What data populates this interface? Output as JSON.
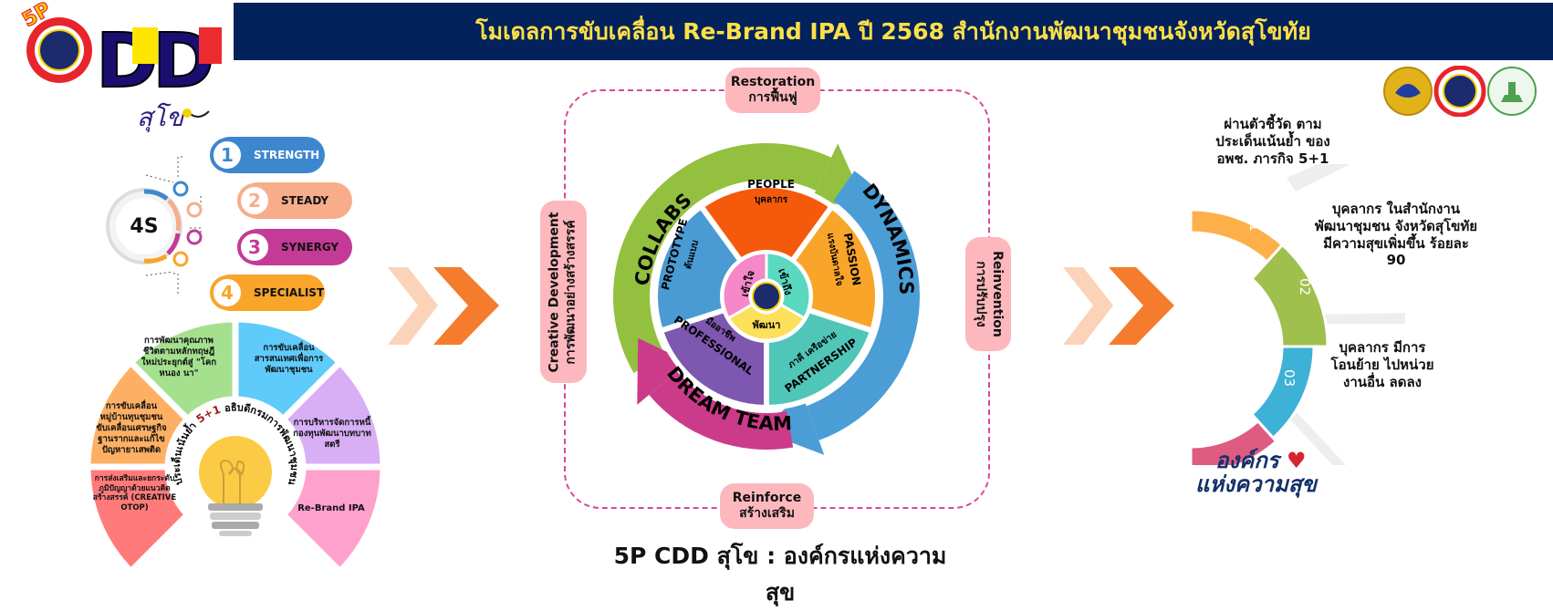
{
  "header": {
    "title": "โมเดลการขับเคลื่อน Re-Brand IPA ปี 2568 สำนักงานพัฒนาชุมชนจังหวัดสุโขทัย"
  },
  "logo": {
    "badge": "5P",
    "letters": "DD",
    "script": "สุโข"
  },
  "four_s": {
    "center": "4S",
    "items": [
      {
        "num": "1",
        "label": "STRENGTH",
        "color": "#3d87cf"
      },
      {
        "num": "2",
        "label": "STEADY",
        "color": "#f7ad8a"
      },
      {
        "num": "3",
        "label": "SYNERGY",
        "color": "#c43a97"
      },
      {
        "num": "4",
        "label": "SPECIALIST",
        "color": "#f8a52a"
      }
    ]
  },
  "fan": {
    "ring_left": "ประเด็นเน้นย้ำ",
    "ring_mid": "5+1",
    "ring_right": "อธิบดีกรมการพัฒนาชุมชน",
    "wedges": [
      {
        "label": "การส่งเสริมและยกระดับภูมิปัญญาด้วยแนวคิดสร้างสรรค์ (CREATIVE OTOP)",
        "color": "#ff7b7b"
      },
      {
        "label": "การขับเคลื่อนหมู่บ้านทุนชุมชน ขับเคลื่อนเศรษฐกิจฐานรากและแก้ไขปัญหายาเสพติด",
        "color": "#fdb064"
      },
      {
        "label": "การพัฒนาคุณภาพชีวิตตามหลักทฤษฎีใหม่ประยุกต์สู่ \"โคก หนอง นา\"",
        "color": "#a5e08f"
      },
      {
        "label": "การขับเคลื่อนสารสนเทศเพื่อการพัฒนาชุมชน",
        "color": "#5ecbfb"
      },
      {
        "label": "การบริหารจัดการหนี้กองทุนพัฒนาบทบาทสตรี",
        "color": "#d8aef5"
      },
      {
        "label": "Re-Brand IPA",
        "color": "#ffa1cd"
      }
    ]
  },
  "cycle": {
    "top_tag": {
      "en": "Restoration",
      "th": "การฟื้นฟู"
    },
    "bottom_tag": {
      "en": "Reinforce",
      "th": "สร้างเสริม"
    },
    "left_tag": {
      "en": "Creative Development",
      "th": "การพัฒนาอย่างสร้างสรรค์"
    },
    "right_tag": {
      "en": "Reinvention",
      "th": "การปรับปรุง"
    },
    "arrows": [
      {
        "label": "COLLABS",
        "color": "#93c03e"
      },
      {
        "label": "DYNAMICS",
        "color": "#4b9dd6"
      },
      {
        "label": "DREAM TEAM",
        "color": "#cc3a8a"
      }
    ],
    "segments": [
      {
        "en": "PEOPLE",
        "th": "บุคลากร",
        "color": "#f55a0c"
      },
      {
        "en": "PASSION",
        "th": "แรงบันดาลใจ",
        "color": "#f8a52a"
      },
      {
        "en": "PARTNERSHIP",
        "th": "ภาคี เครือข่าย",
        "color": "#4fc6b8"
      },
      {
        "en": "PROFESSIONAL",
        "th": "มืออาชีพ",
        "color": "#7e57b0"
      },
      {
        "en": "PROTOTYPE",
        "th": "ต้นแบบ",
        "color": "#4a9ad4"
      }
    ],
    "core": [
      {
        "label": "เข้าใจ",
        "color": "#f488c8"
      },
      {
        "label": "เข้าถึง",
        "color": "#5ad8c0"
      },
      {
        "label": "พัฒนา",
        "color": "#fde05a"
      }
    ]
  },
  "bottom_title": "5P CDD สุโข : องค์กรแห่งความสุข",
  "results": {
    "items": [
      {
        "num": "01",
        "text": "ผ่านตัวชี้วัด ตามประเด็นเน้นย้ำ ของ อพช. ภารกิจ 5+1",
        "color": "#fdb04a"
      },
      {
        "num": "02",
        "text": "บุคลากร ในสำนักงานพัฒนาชุมชน จังหวัดสุโขทัย มีความสุขเพิ่มขึ้น ร้อยละ 90",
        "color": "#a0c04e"
      },
      {
        "num": "03",
        "text": "บุคลากร มีการโอนย้าย ไปหน่วยงานอื่น ลดลง",
        "color": "#3eb1d6"
      },
      {
        "num": "04",
        "text": "",
        "color": "#de5b82"
      }
    ],
    "happy_org": {
      "line1": "องค์กร",
      "line2": "แห่งความสุข"
    }
  }
}
